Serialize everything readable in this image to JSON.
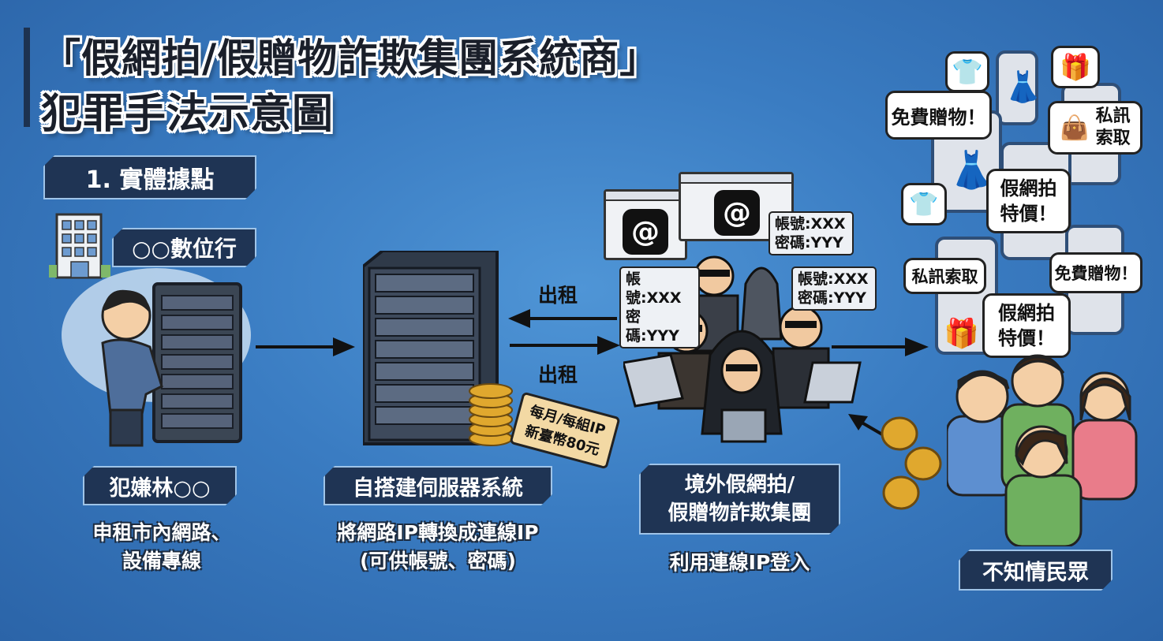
{
  "title": {
    "line1": "「假網拍/假贈物詐欺集團系統商」",
    "line2": "犯罪手法示意圖"
  },
  "section": {
    "label": "1. 實體據點"
  },
  "location": {
    "label": "○○數位行",
    "icon": "office-building-icon"
  },
  "suspect": {
    "label": "犯嫌林○○",
    "desc_line1": "申租市內網路、",
    "desc_line2": "設備專線"
  },
  "server": {
    "label": "自搭建伺服器系統",
    "desc_line1": "將網路IP轉換成連線IP",
    "desc_line2": "(可供帳號、密碼)"
  },
  "price_tag": {
    "line1": "每月/每組IP",
    "line2": "新臺幣80元"
  },
  "rent": {
    "top": "出租",
    "bottom": "出租"
  },
  "accounts": [
    {
      "line1": "帳號:XXX",
      "line2": "密碼:YYY"
    },
    {
      "line1": "帳號:XXX",
      "line2": "密碼:YYY"
    },
    {
      "line1": "帳號:XXX",
      "line2": "密碼:YYY"
    }
  ],
  "app_icon": "@",
  "gang": {
    "label_line1": "境外假網拍/",
    "label_line2": "假贈物詐欺集團",
    "desc": "利用連線IP登入"
  },
  "bubbles": {
    "free_gift_1": "免費贈物！",
    "dm_1_line1": "私訊",
    "dm_1_line2": "索取",
    "fake_sale_1_line1": "假網拍",
    "fake_sale_1_line2": "特價！",
    "dm_2": "私訊索取",
    "free_gift_2": "免費贈物！",
    "fake_sale_2_line1": "假網拍",
    "fake_sale_2_line2": "特價！"
  },
  "public": {
    "label": "不知情民眾"
  },
  "colors": {
    "background": "#3a7cc2",
    "label_bg": "#1f3454",
    "coin": "#e0a82e"
  }
}
